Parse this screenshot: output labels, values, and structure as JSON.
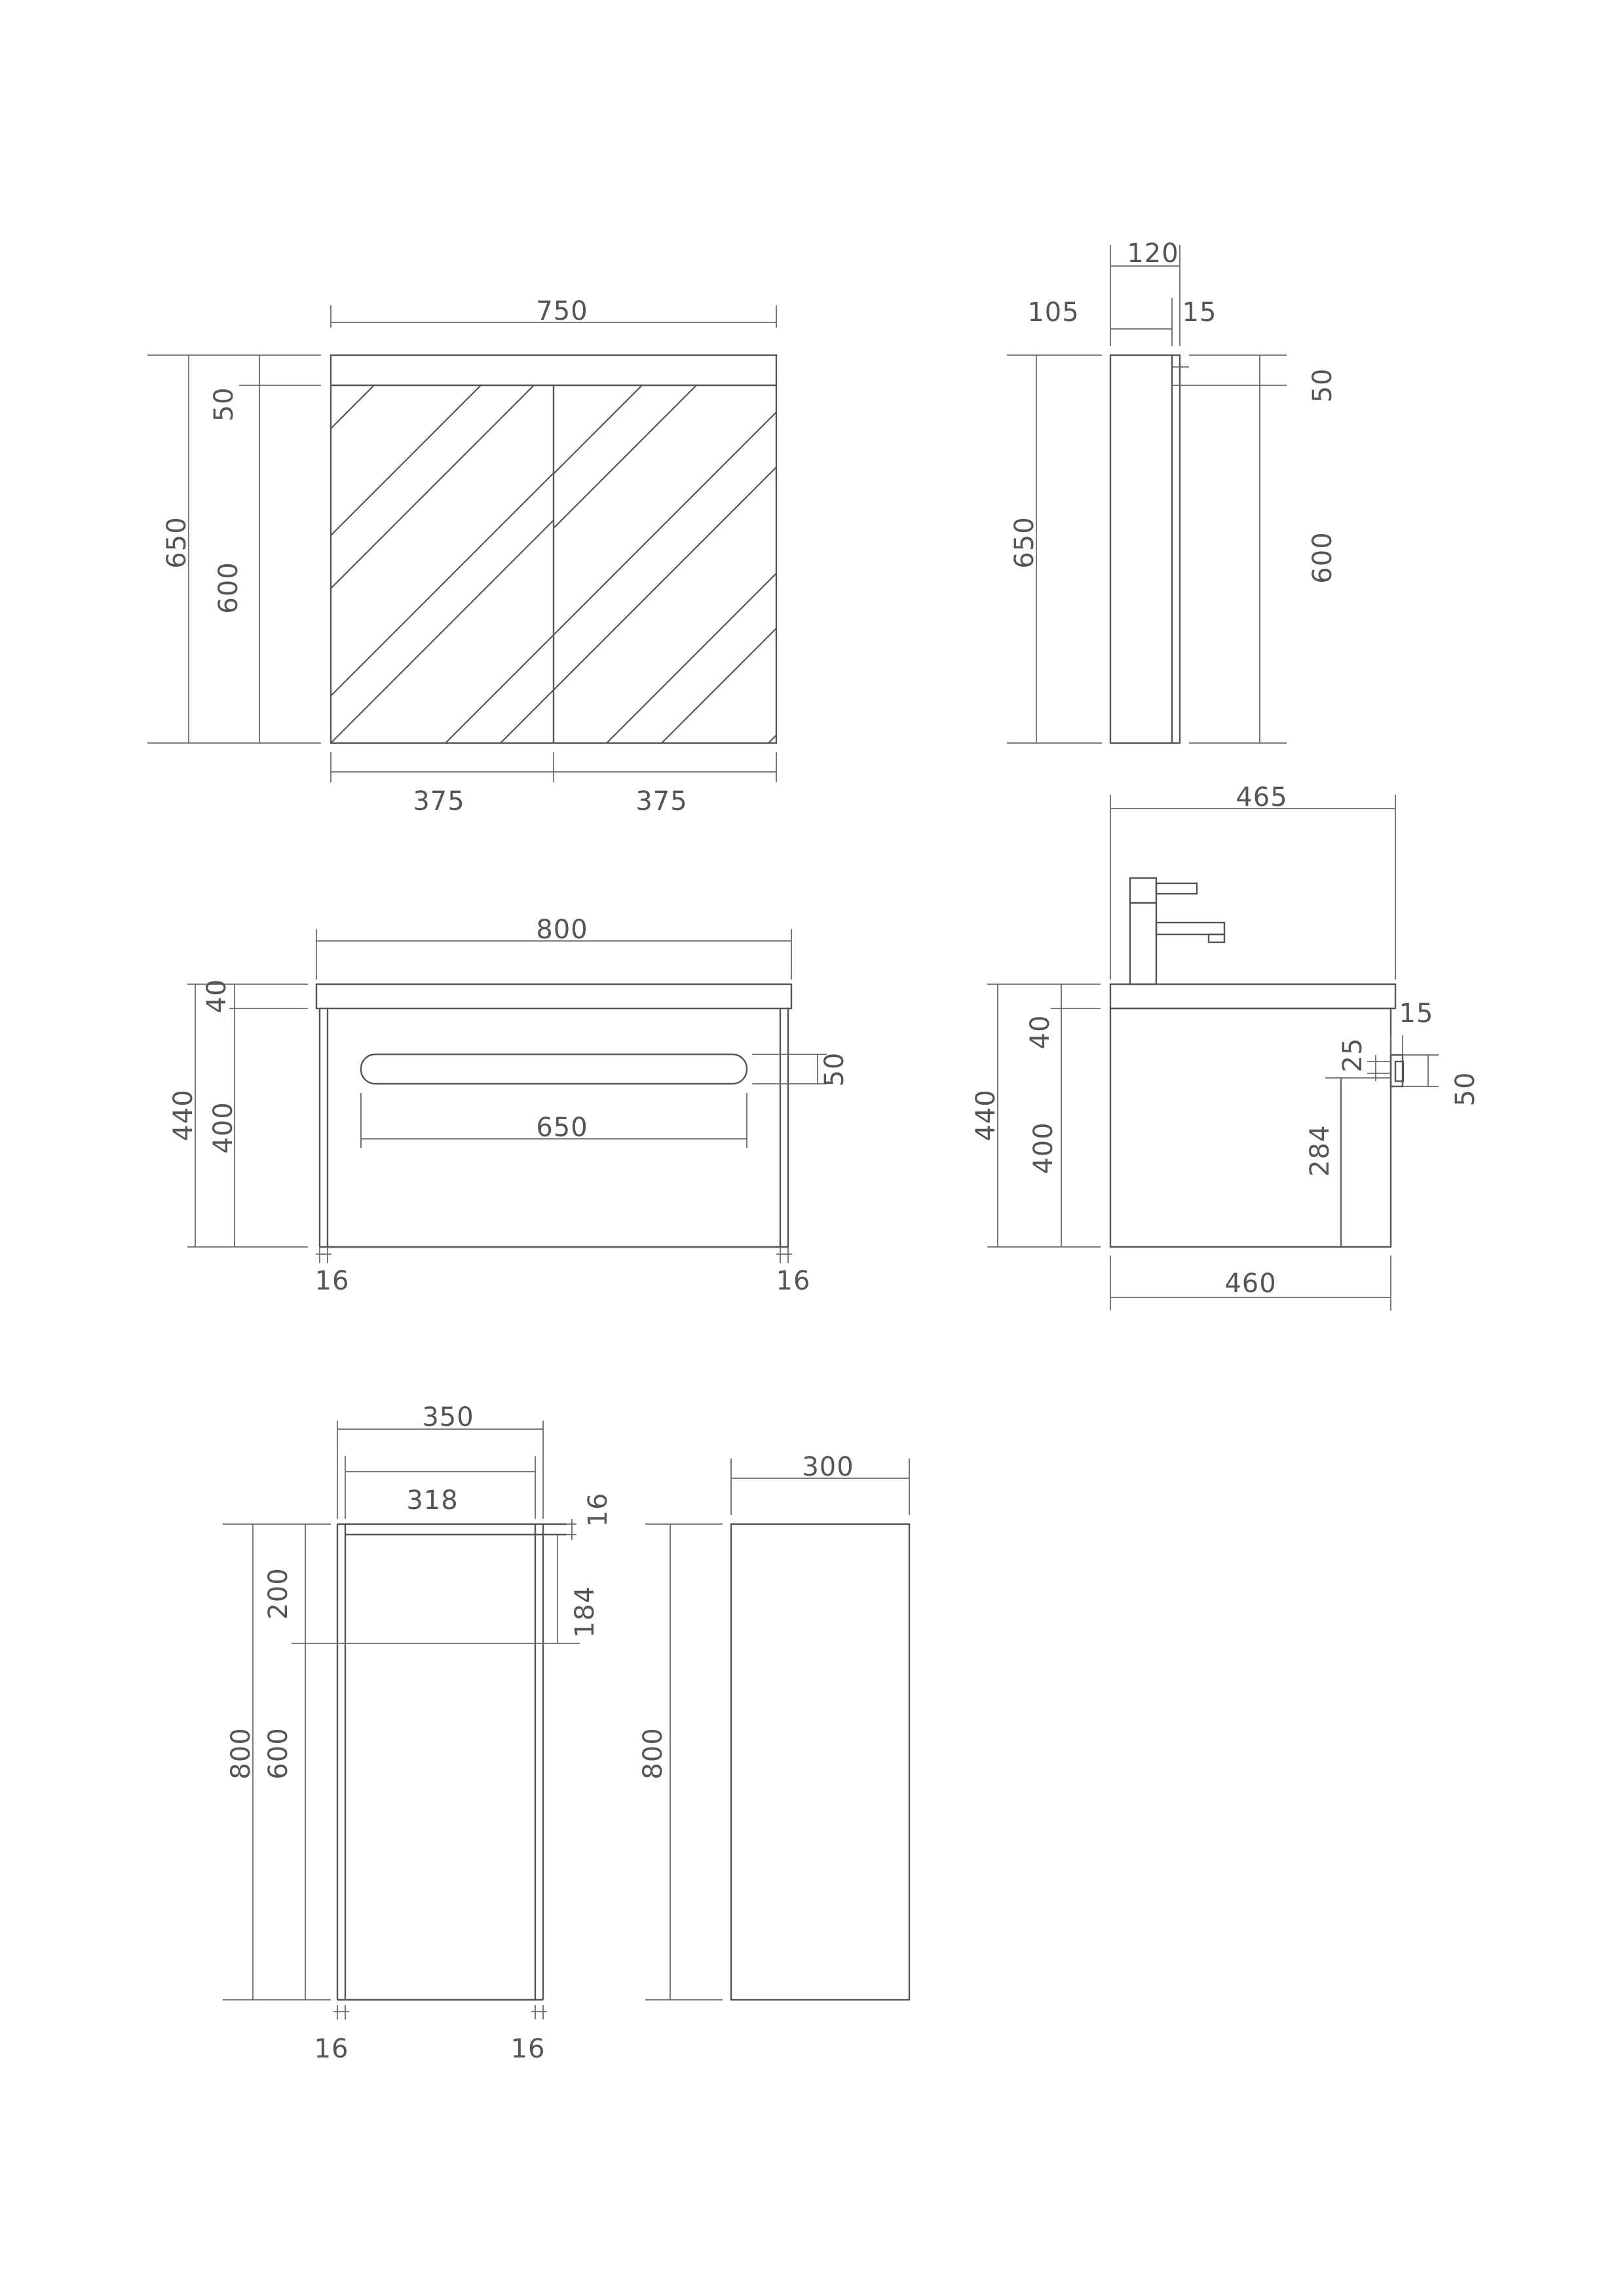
{
  "mirror_front": {
    "width": "750",
    "height": "650",
    "top_band": "50",
    "panel_height": "600",
    "left_door": "375",
    "right_door": "375"
  },
  "mirror_side": {
    "depth": "120",
    "body_depth": "105",
    "door_thickness": "15",
    "height": "650",
    "top_band": "50",
    "panel_height": "600"
  },
  "vanity_front": {
    "width": "800",
    "height": "440",
    "top_thickness": "40",
    "body_height": "400",
    "handle_width": "650",
    "handle_height": "50",
    "left_leg": "16",
    "right_leg": "16"
  },
  "vanity_side": {
    "depth": "465",
    "body_depth": "460",
    "height": "440",
    "top_thickness": "40",
    "body_height": "400",
    "handle_offset": "15",
    "handle_size": "25",
    "handle_height": "50",
    "handle_position": "284"
  },
  "tall_front": {
    "width": "350",
    "inner_width": "318",
    "height": "800",
    "upper_height": "200",
    "lower_height": "600",
    "top_thickness": "16",
    "upper_inner": "184",
    "left_panel": "16",
    "right_panel": "16"
  },
  "tall_side": {
    "depth": "300",
    "height": "800"
  }
}
